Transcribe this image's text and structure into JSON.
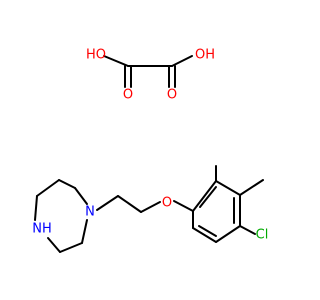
{
  "diagram": {
    "colors": {
      "carbon_bond": "#000000",
      "oxygen": "#ff0000",
      "nitrogen": "#0000ff",
      "chlorine": "#00aa00",
      "background": "#ffffff"
    },
    "oxalic_acid": {
      "left_hydroxyl": "HO",
      "right_hydroxyl": "OH",
      "left_carbonyl_oxygen": "O",
      "right_carbonyl_oxygen": "O"
    },
    "main_molecule": {
      "piperazine_nh": "NH",
      "piperazine_n": "N",
      "ether_oxygen": "O",
      "chlorine": "Cl"
    }
  }
}
